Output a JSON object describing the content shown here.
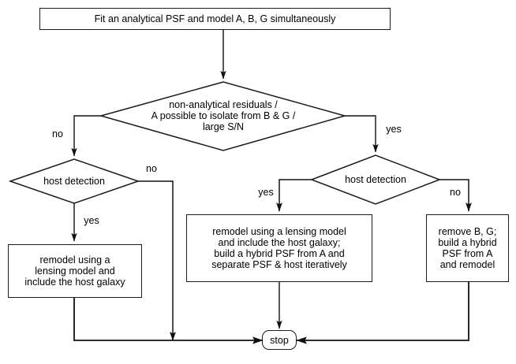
{
  "diagram": {
    "title": "PSF and host galaxy modeling decision flowchart",
    "stroke_color": "#1a1a1a",
    "background_color": "#ffffff"
  },
  "nodes": {
    "start_box": {
      "label": "Fit an analytical PSF and model A, B, G simultaneously"
    },
    "main_decision": {
      "label": "non-analytical residuals /\nA possible to isolate from B & G /\nlarge S/N"
    },
    "host_detection_left": {
      "label": "host detection"
    },
    "host_detection_right": {
      "label": "host detection"
    },
    "action_left": {
      "label": "remodel using a\nlensing model and\ninclude the host galaxy"
    },
    "action_center": {
      "label": "remodel using a lensing model\nand include the host galaxy;\nbuild a hybrid PSF from A and\nseparate PSF & host iteratively"
    },
    "action_right": {
      "label": "remove B, G;\nbuild a hybrid\nPSF from A\nand remodel"
    },
    "stop": {
      "label": "stop"
    }
  },
  "edge_labels": {
    "main_no": "no",
    "main_yes": "yes",
    "left_host_no": "no",
    "left_host_yes": "yes",
    "right_host_yes": "yes",
    "right_host_no": "no"
  }
}
